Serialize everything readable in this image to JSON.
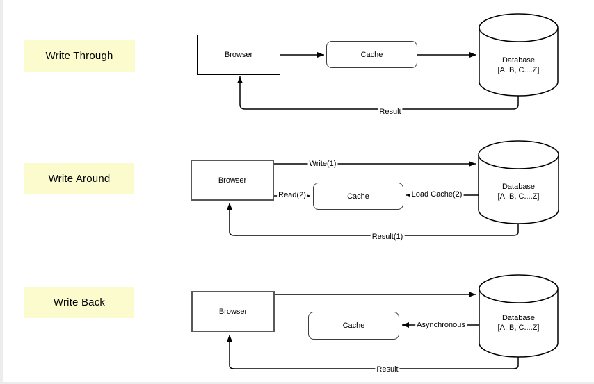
{
  "colors": {
    "note_bg": "#fbfbce",
    "canvas_bg": "#ffffff",
    "page_edge": "#ececec",
    "node_border": "#000000",
    "soft_border": "#595959",
    "line": "#000000",
    "text": "#000000"
  },
  "rows": [
    {
      "label": "Write Through",
      "nodes": {
        "browser": "Browser",
        "cache": "Cache",
        "database_name": "Database",
        "database_contents": "[A, B, C....Z]"
      },
      "edges": {
        "result": "Result"
      }
    },
    {
      "label": "Write Around",
      "nodes": {
        "browser": "Browser",
        "cache": "Cache",
        "database_name": "Database",
        "database_contents": "[A, B, C....Z]"
      },
      "edges": {
        "write": "Write(1)",
        "read": "Read(2)",
        "load_cache": "Load Cache(2)",
        "result": "Result(1)"
      }
    },
    {
      "label": "Write Back",
      "nodes": {
        "browser": "Browser",
        "cache": "Cache",
        "database_name": "Database",
        "database_contents": "[A, B, C....Z]"
      },
      "edges": {
        "asynchronous": "Asynchronous",
        "result": "Result"
      }
    }
  ]
}
